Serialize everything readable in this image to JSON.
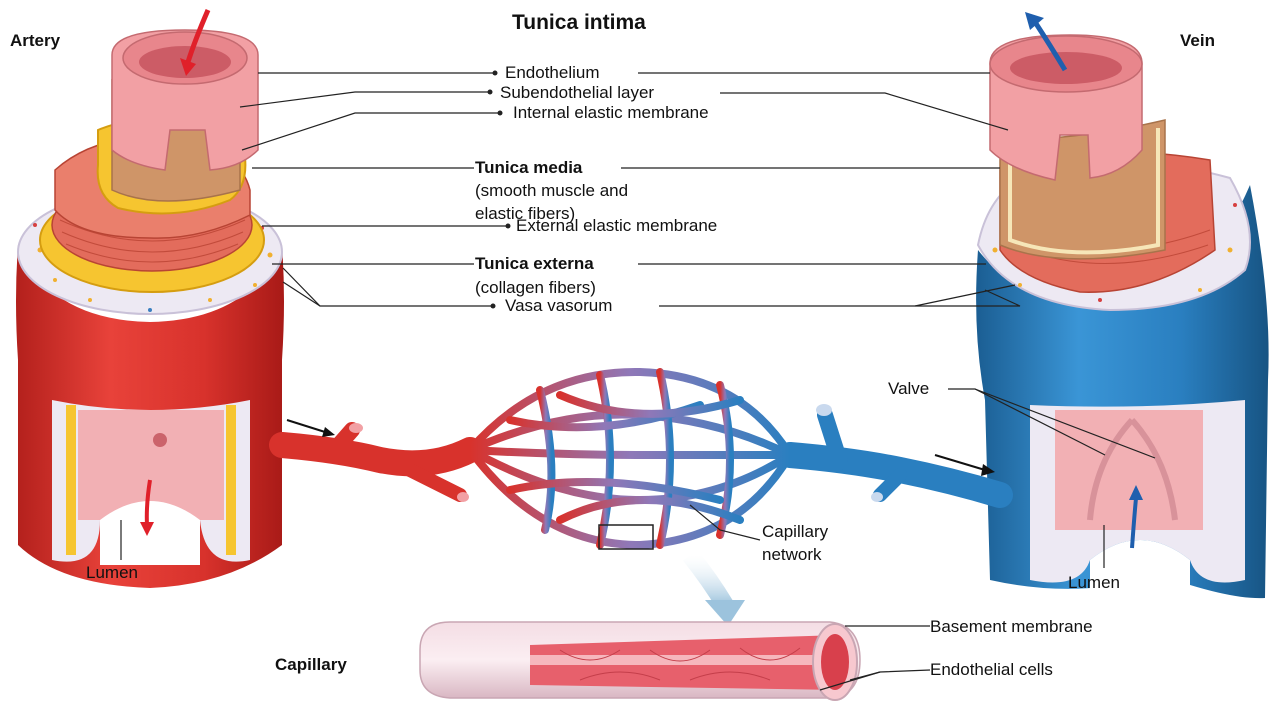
{
  "labels": {
    "title": "Tunica intima",
    "artery": "Artery",
    "vein": "Vein",
    "endothelium": "Endothelium",
    "subendothelial": "Subendothelial layer",
    "internal_elastic": "Internal elastic membrane",
    "tunica_media": "Tunica media",
    "tunica_media_sub1": "(smooth muscle and",
    "tunica_media_sub2": "elastic fibers)",
    "external_elastic": "External elastic membrane",
    "tunica_externa": "Tunica externa",
    "tunica_externa_sub": "(collagen fibers)",
    "vasa_vasorum": "Vasa vasorum",
    "valve": "Valve",
    "capillary_network_1": "Capillary",
    "capillary_network_2": "network",
    "lumen_artery": "Lumen",
    "lumen_vein": "Lumen",
    "capillary": "Capillary",
    "basement_membrane": "Basement membrane",
    "endothelial_cells": "Endothelial cells"
  },
  "colors": {
    "artery_red": "#d8322c",
    "artery_dark": "#b3201c",
    "vein_blue": "#2a7fc0",
    "vein_dark": "#1b5e93",
    "intima_pink": "#f2a0a4",
    "subendothelial_tan": "#cf9568",
    "elastic_yellow": "#f6c530",
    "media_muscle": "#e36c5c",
    "externa_lavender": "#e8e4f0",
    "flow_red": "#e0202a",
    "flow_blue": "#1f5fae"
  }
}
